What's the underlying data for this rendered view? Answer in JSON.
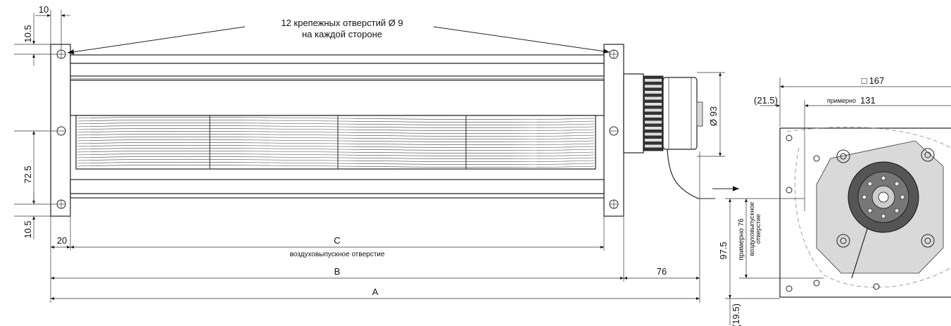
{
  "callout": {
    "line1": "12 крепежных отверстий Ø 9",
    "line2": "на каждой стороне"
  },
  "dimensions": {
    "left_offset": "10",
    "top_margin": "10.5",
    "hole_spacing": "72.5",
    "bottom_margin": "10.5",
    "end_offset": "20",
    "outlet_length": "C",
    "outlet_caption": "воздуховыпускное отверстие",
    "casing_length": "B",
    "motor_length": "76",
    "overall_length": "A",
    "motor_diameter": "Ø 93"
  },
  "side_view": {
    "square": "167",
    "square_symbol": "□",
    "left_offset": "(21.5)",
    "approx_prefix": "примерно",
    "approx_width": "131",
    "height": "97.5",
    "outlet_approx": "примерно 76",
    "outlet_label_line1": "воздуховыпускное",
    "outlet_label_line2": "отверстие",
    "bottom_offset": "(19.5)"
  }
}
